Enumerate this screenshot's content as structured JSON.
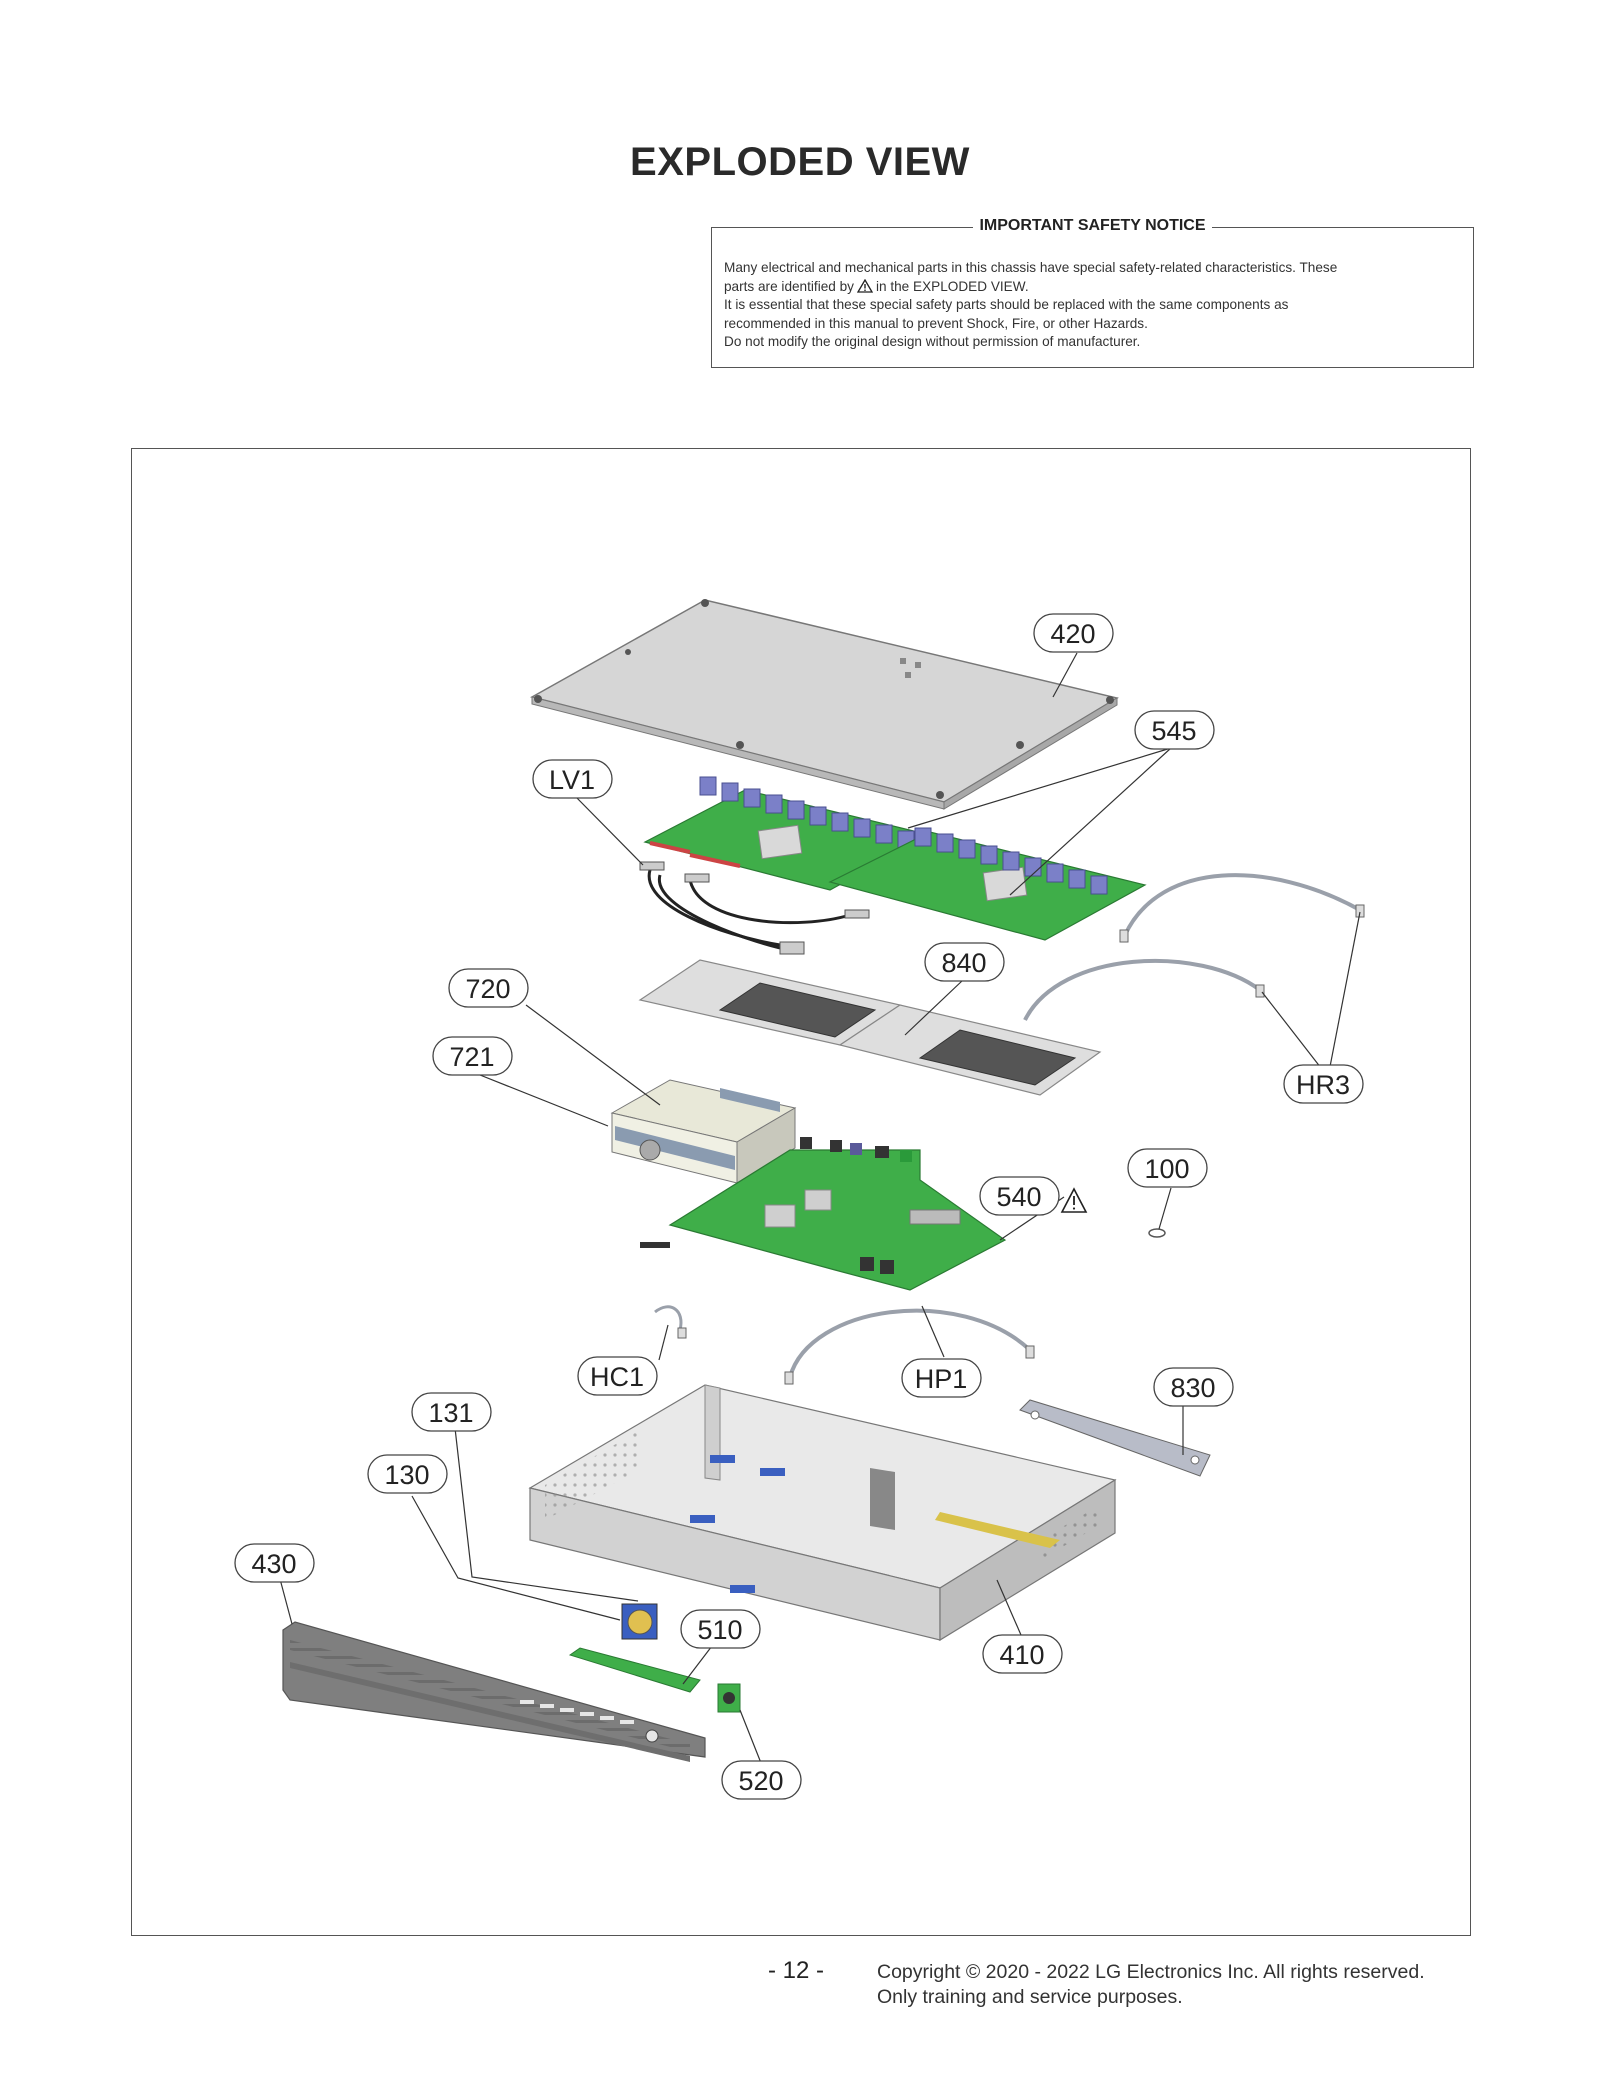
{
  "page_title": "EXPLODED VIEW",
  "notice": {
    "heading": "IMPORTANT SAFETY NOTICE",
    "line1": "Many electrical and mechanical parts in this chassis have special safety-related characteristics. These",
    "line2_before": "parts are identified by",
    "line2_after": "in the EXPLODED VIEW.",
    "line3": "It is essential that these special safety parts should be replaced with the same components as",
    "line4": "recommended in this manual to prevent Shock, Fire, or other Hazards.",
    "line5": "Do not modify the original design without permission of manufacturer."
  },
  "callouts": {
    "c420": "420",
    "c545": "545",
    "lv1": "LV1",
    "c720": "720",
    "c840": "840",
    "c721": "721",
    "hr3": "HR3",
    "c100": "100",
    "c540": "540",
    "hc1": "HC1",
    "hp1": "HP1",
    "c830": "830",
    "c131": "131",
    "c130": "130",
    "c430": "430",
    "c510": "510",
    "c410": "410",
    "c520": "520"
  },
  "footer": {
    "page_number": "- 12 -",
    "copyright_line1": "Copyright © 2020 - 2022 LG Electronics Inc. All rights reserved.",
    "copyright_line2": "Only training and service purposes."
  },
  "colors": {
    "pcb_green": "#3fae49",
    "chip_blue": "#7b80c8",
    "metal_gray": "#d4d4d4",
    "warning_black": "#222222"
  }
}
